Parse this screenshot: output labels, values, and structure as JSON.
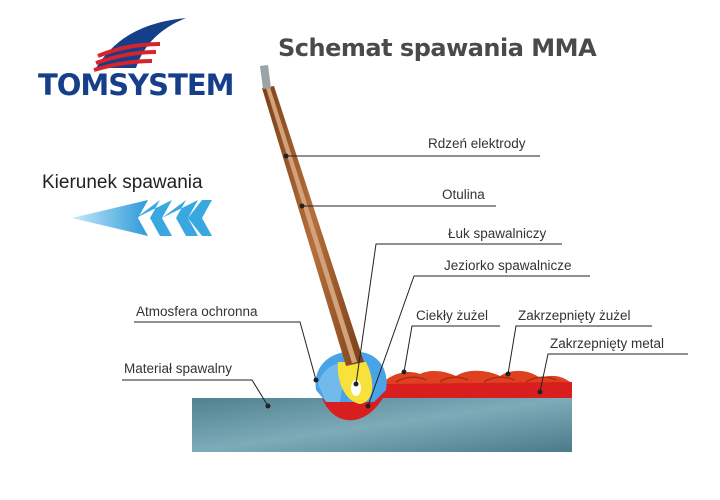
{
  "brand": {
    "name": "TOMSYSTEM"
  },
  "title": "Schemat spawania MMA",
  "direction_label": "Kierunek spawania",
  "labels": {
    "core": "Rdzeń elektrody",
    "coating": "Otulina",
    "arc": "Łuk spawalniczy",
    "pool": "Jeziorko spawalnicze",
    "shield": "Atmosfera ochronna",
    "liquid_slag": "Ciekły żużel",
    "solid_slag": "Zakrzepnięty żużel",
    "solid_metal": "Zakrzepnięty metal",
    "base": "Materiał spawalny"
  },
  "colors": {
    "brand_blue": "#163f8a",
    "brand_red": "#d8232a",
    "arrow": "#3aa8e0",
    "plate": "#6a98a6",
    "coating": "#9b5a2c",
    "slag": "#e04020",
    "weld_bead": "#d81e1e",
    "shield_gas": "#4aa3e6",
    "arc": "#f7e23c"
  }
}
